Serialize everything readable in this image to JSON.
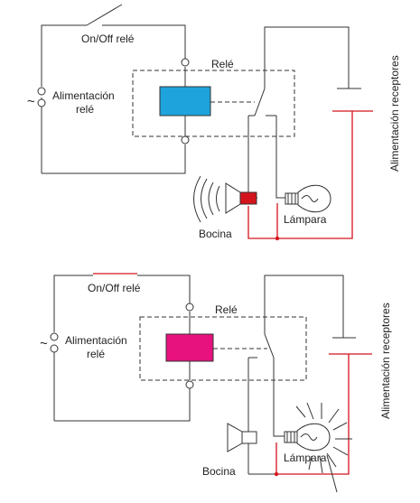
{
  "colors": {
    "wire": "#333333",
    "hot_wire": "#d4141c",
    "coil_off": "#1fa3dc",
    "coil_on": "#e8127e",
    "horn_contact_off": "#d4141c"
  },
  "top_diagram": {
    "switch_label": "On/Off relé",
    "relay_label": "Relé",
    "supply_label_line1": "Alimentación",
    "supply_label_line2": "relé",
    "supply_symbol": "~",
    "receivers_label": "Alimentación receptores",
    "lamp_label": "Lámpara",
    "horn_label": "Bocina"
  },
  "bottom_diagram": {
    "switch_label": "On/Off relé",
    "relay_label": "Relé",
    "supply_label_line1": "Alimentación",
    "supply_label_line2": "relé",
    "supply_symbol": "~",
    "receivers_label": "Alimentación receptores",
    "lamp_label": "Lámpara",
    "horn_label": "Bocina"
  }
}
